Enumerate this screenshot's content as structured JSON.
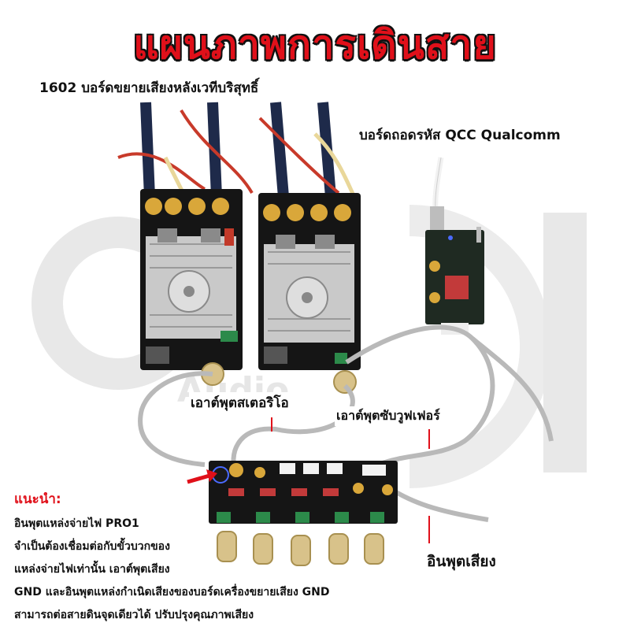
{
  "title": "แผนภาพการเดินสาย",
  "labels": {
    "amp_board": "1602 บอร์ดขยายเสียงหลังเวทีบริสุทธิ์",
    "decoder_board": "บอร์ดถอดรหัส QCC Qualcomm",
    "stereo_output": "เอาต์พุตสเตอริโอ",
    "subwoofer_output": "เอาต์พุตซับวูฟเฟอร์",
    "audio_input": "อินพุตเสียง"
  },
  "watermark": {
    "brand": "Audio"
  },
  "notes": {
    "heading": "แนะนำ:",
    "lines": [
      "อินพุตแหล่งจ่ายไฟ PRO1",
      "จำเป็นต้องเชื่อมต่อกับขั้วบวกของ",
      "แหล่งจ่ายไฟเท่านั้น เอาต์พุตเสียง",
      "GND และอินพุตแหล่งกำเนิดเสียงของบอร์ดเครื่องขยายเสียง GND",
      "สามารถต่อสายดินจุดเดียวได้ ปรับปรุงคุณภาพเสียง"
    ]
  },
  "colors": {
    "title_red": "#e0101a",
    "pcb_black": "#151515",
    "pcb_green": "#1f3a22",
    "heatsink": "#c9c9c9",
    "cap_gold": "#d9a73a"
  }
}
